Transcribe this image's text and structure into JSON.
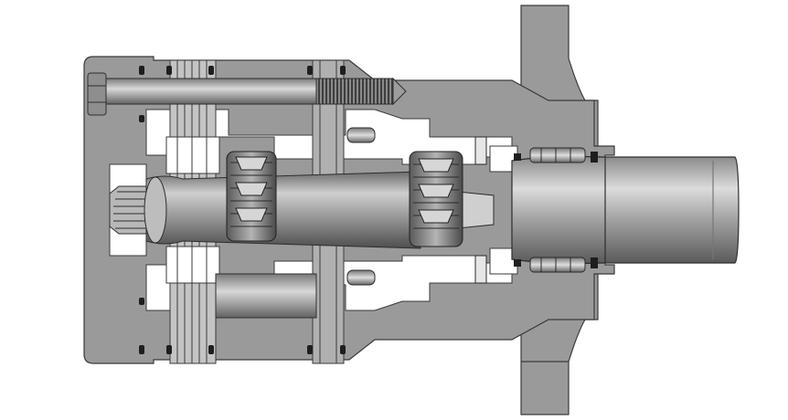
{
  "colors": {
    "background": "#ffffff",
    "housing": "#9a9a9a",
    "housing_dark": "#7d7d7d",
    "outline": "#3a3a3a",
    "shaft_light": "#d2d2d2",
    "shaft_mid": "#a4a4a4",
    "shaft_dark": "#5e5e5e",
    "white": "#ffffff",
    "seal": "#1e1e1e",
    "cavity": "#f4f4f4"
  },
  "components": [
    "housing",
    "mounting-flange",
    "output-shaft",
    "drive-shaft",
    "gear-set",
    "tie-bolt",
    "bolt-head",
    "valve-plate-stack",
    "bearing",
    "o-ring-seal",
    "shaft-seal",
    "splined-end"
  ]
}
